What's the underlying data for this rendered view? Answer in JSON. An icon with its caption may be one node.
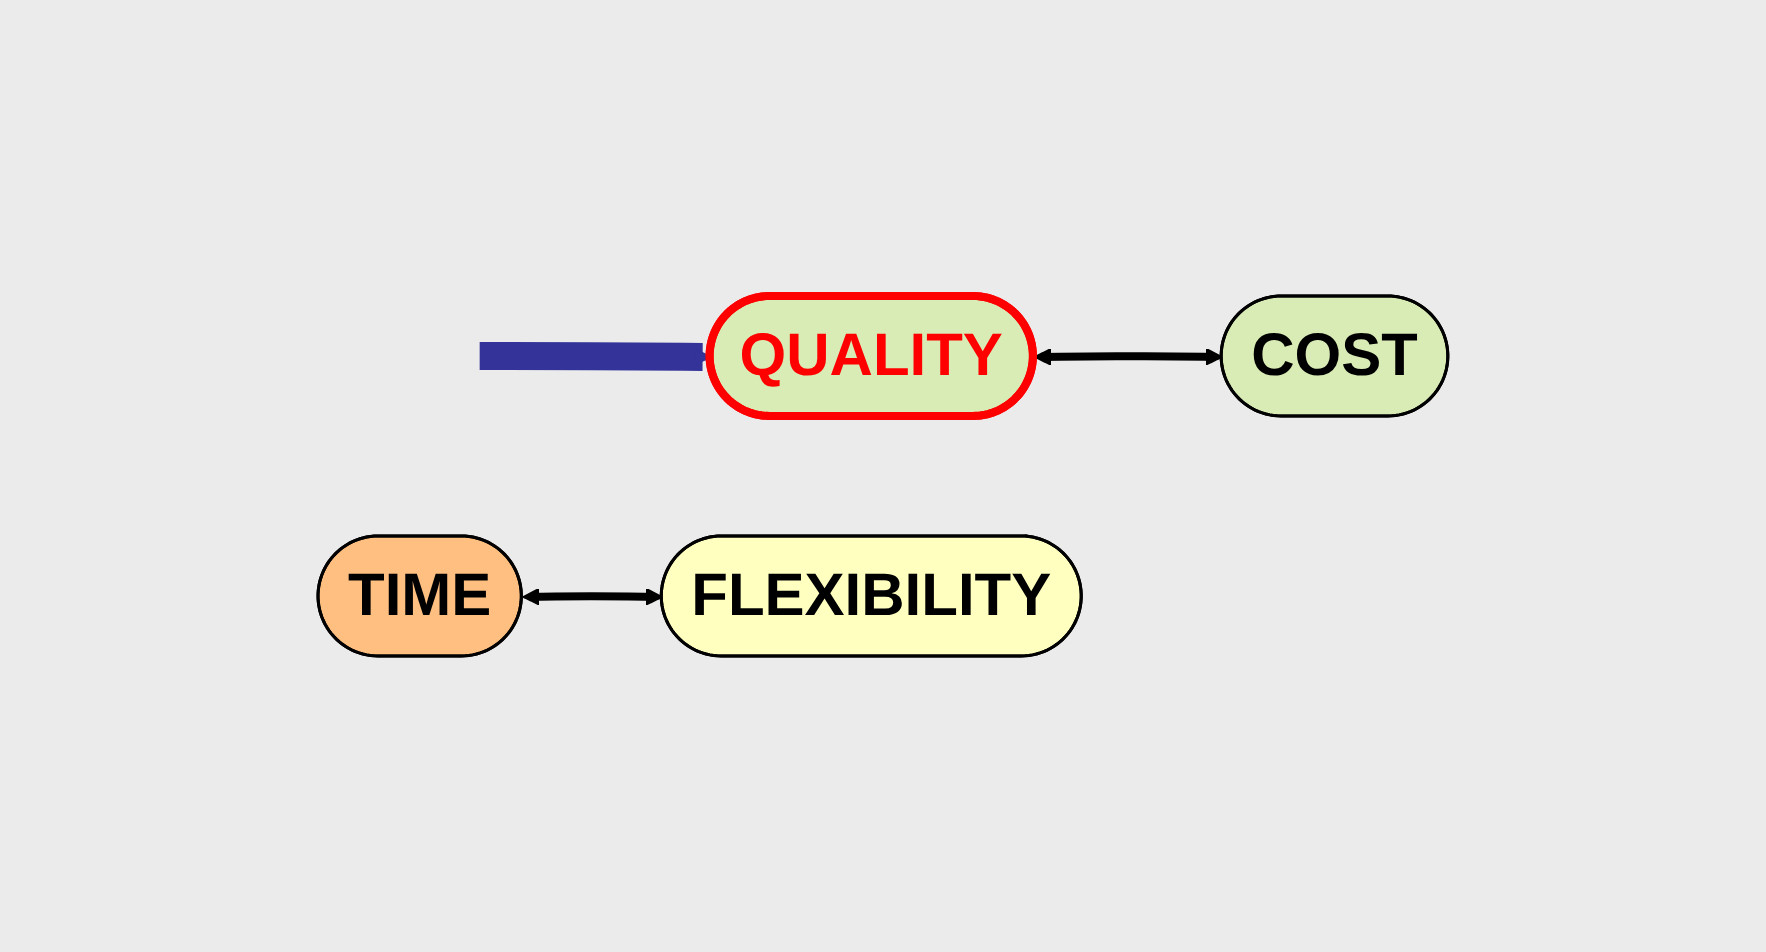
{
  "diagram": {
    "nodes": [
      {
        "text": [
          "TIME"
        ]
      },
      {
        "text": [
          "QUALITY"
        ]
      },
      {
        "text": [
          "COST"
        ]
      },
      {
        "text": [
          "FLEXIBILITY"
        ]
      }
    ],
    "edges": [
      {
        "from": null,
        "to": 1,
        "arrow": "to",
        "style": "thick",
        "color": "#333399"
      },
      {
        "from": 1,
        "to": 2,
        "arrow": "both"
      },
      {
        "from": 0,
        "to": 3,
        "arrow": "both"
      }
    ]
  }
}
